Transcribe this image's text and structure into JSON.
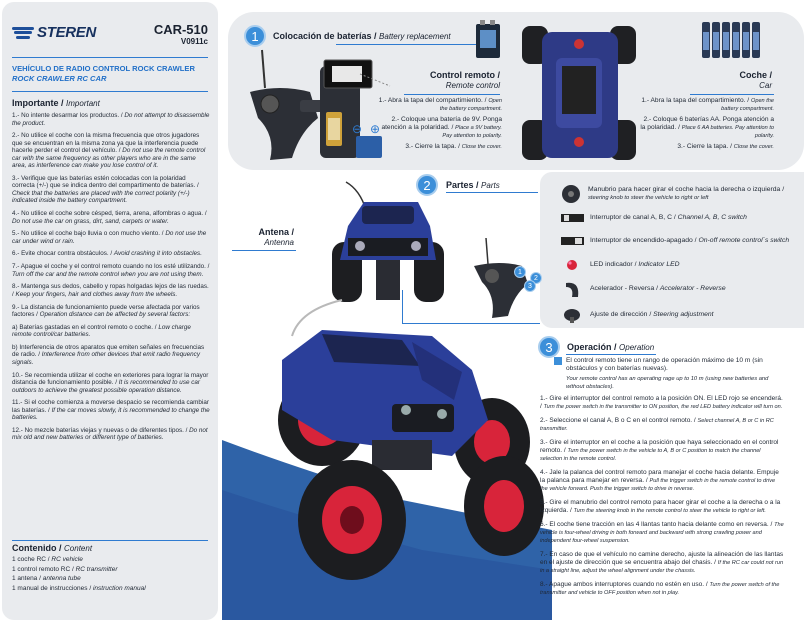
{
  "left": {
    "brand": "STEREN",
    "model": "CAR-510",
    "version": "V0911c",
    "title_es": "VEHÍCULO DE RADIO CONTROL ROCK CRAWLER",
    "title_en": "ROCK CRAWLER RC CAR",
    "important_es": "Importante /",
    "important_en": "Important",
    "rules": [
      {
        "es": "1.- No intente desarmar los productos. /",
        "en": "Do not attempt to disassemble the product."
      },
      {
        "es": "2.- No utilice el coche con la misma frecuencia que otros jugadores que se encuentran en la misma zona ya que la interferencia puede hacerle perder el control del vehículo. /",
        "en": "Do not use the remote control car with the same frequency as other players who are in the same area, as interference can make you lose control of it."
      },
      {
        "es": "3.- Verifique que las baterías estén colocadas con la polaridad correcta (+/-) que se indica dentro del compartimento de baterías. /",
        "en": "Check that the batteries are placed with the correct polarity (+/-) indicated inside the battery compartment."
      },
      {
        "es": "4.- No utilice el coche sobre césped, tierra, arena, alfombras o agua. /",
        "en": "Do not use the car on grass, dirt, sand, carpets or water."
      },
      {
        "es": "5.- No utilice el coche bajo lluvia o con mucho viento. /",
        "en": "Do not use the car under wind or rain."
      },
      {
        "es": "6.- Evite chocar contra obstáculos. /",
        "en": "Avoid crashing it into obstacles."
      },
      {
        "es": "7.- Apague el coche y el control remoto cuando no los esté utilizando. /",
        "en": "Turn off the car and the remote control when you are not using them."
      },
      {
        "es": "8.- Mantenga sus dedos, cabello y ropas holgadas lejos de las ruedas. /",
        "en": "Keep your fingers, hair and clothes away from the wheels."
      },
      {
        "es": "9.- La distancia de funcionamiento puede verse afectada por varios factores /",
        "en": "Operation distance can be affected by several factors:"
      },
      {
        "es": "a) Baterías gastadas en el control remoto o coche. /",
        "en": "Low charge remote control/car batteries."
      },
      {
        "es": "b) Interferencia de otros aparatos que emiten señales en frecuencias de radio. /",
        "en": "Interference from other devices that emit radio frequency signals."
      },
      {
        "es": "10.- Se recomienda utilizar el coche en exteriores para lograr la mayor distancia de funcionamiento posible. /",
        "en": "It is recommended to use car outdoors to achieve the greatest possible operation distance."
      },
      {
        "es": "11.- Si el coche comienza a moverse despacio se recomienda cambiar las baterías. /",
        "en": "If the car moves slowly, it is recommended to change the batteries."
      },
      {
        "es": "12.- No mezcle baterías viejas y nuevas o de diferentes tipos. /",
        "en": "Do not mix old and new batteries or different type of batteries."
      }
    ],
    "contents_es": "Contenido /",
    "contents_en": "Content",
    "contents": [
      {
        "es": "1 coche RC /",
        "en": "RC vehicle"
      },
      {
        "es": "1 control remoto RC /",
        "en": "RC transmitter"
      },
      {
        "es": "1 antena /",
        "en": "antenna tube"
      },
      {
        "es": "1 manual de instrucciones /",
        "en": "instruction manual"
      }
    ]
  },
  "battery": {
    "num": "1",
    "title_es": "Colocación de baterías /",
    "title_en": "Battery replacement",
    "remote_es": "Control remoto /",
    "remote_en": "Remote control",
    "remote_steps": [
      {
        "es": "1.- Abra la tapa del compartimiento. /",
        "en": "Open the battery compartment."
      },
      {
        "es": "2.- Coloque una batería de 9V. Ponga atención a la polaridad. /",
        "en": "Place a 9V battery. Pay attention to polarity."
      },
      {
        "es": "3.- Cierre la tapa. /",
        "en": "Close the cover."
      }
    ],
    "car_es": "Coche /",
    "car_en": "Car",
    "car_steps": [
      {
        "es": "1.- Abra la tapa del compartimiento. /",
        "en": "Open the battery compartment."
      },
      {
        "es": "2.- Coloque 6 baterías AA. Ponga atención a la polaridad. /",
        "en": "Place 6 AA batteries. Pay attention to polarity."
      },
      {
        "es": "3.- Cierre la tapa. /",
        "en": "Close the cover."
      }
    ],
    "minus": "⊖",
    "plus": "⊕"
  },
  "parts": {
    "num": "2",
    "title_es": "Partes /",
    "title_en": "Parts",
    "antenna_es": "Antena /",
    "antenna_en": "Antenna",
    "callouts": [
      "1",
      "2",
      "3"
    ],
    "items": [
      {
        "es": "Manubrio para hacer girar el coche hacia la derecha o izquierda /",
        "en": "steering knob to steer the vehicle to right or left",
        "icon": "steering-knob-icon"
      },
      {
        "es": "Interruptor de canal A, B, C /",
        "en": "Channel A, B, C switch",
        "icon": "channel-switch-icon"
      },
      {
        "es": "Interruptor de encendido-apagado /",
        "en": "On-off remote control´s switch",
        "icon": "power-switch-icon"
      },
      {
        "es": "LED indicador /",
        "en": "Indicator LED",
        "icon": "led-icon"
      },
      {
        "es": "Acelerador - Reversa /",
        "en": "Accelerator - Reverse",
        "icon": "trigger-icon"
      },
      {
        "es": "Ajuste de dirección /",
        "en": "Steering adjustment",
        "icon": "trim-icon"
      }
    ]
  },
  "operation": {
    "num": "3",
    "title_es": "Operación /",
    "title_en": "Operation",
    "intro_es": "El control remoto tiene un rango de operación máximo de 10 m (sin obstáculos y con baterías nuevas).",
    "intro_en": "Your remote control has an operating rage up to 10 m (using new batteries and without obstacles).",
    "steps": [
      {
        "es": "1.- Gire el interruptor del control remoto a la posición ON. El LED rojo se encenderá. /",
        "en": "Turn the power switch in the transmitter to ON position, the red LED battery indicator will turn on."
      },
      {
        "es": "2.- Seleccione el canal A, B o C en el control remoto. /",
        "en": "Select channel A, B or C in RC transmitter."
      },
      {
        "es": "3.- Gire el interruptor en el coche a la posición que haya seleccionado en el control remoto. /",
        "en": "Turn the power switch in the vehicle to A, B or C position to match the channel selection in the remote control."
      },
      {
        "es": "4.- Jale la palanca del control remoto para manejar el coche hacia delante. Empuje la palanca para manejar en reversa. /",
        "en": "Pull the trigger switch in the remote control to drive the vehicle forward. Push the trigger switch to drive in reverse."
      },
      {
        "es": "5.- Gire el manubrio del control remoto para hacer girar el coche a la derecha o a la izquierda. /",
        "en": "Turn the steering knob in the remote control to steer the vehicle to right or left."
      },
      {
        "es": "6.- El coche tiene tracción en las 4 llantas tanto hacia delante como en reversa. /",
        "en": "The vehicle is four-wheel driving in both forward and backward with strong crawling power and independent four-wheel suspension."
      },
      {
        "es": "7.- En caso de que el vehículo no camine derecho, ajuste la alineación de las llantas en el ajuste de dirección que se encuentra abajo del chasis. /",
        "en": "If the RC car could not run in a straight line, adjust the wheel alignment under the chassis."
      },
      {
        "es": "8.- Apague ambos interruptores cuando no estén en uso. /",
        "en": "Turn the power switch of the transmitter and vehicle to OFF position when not in play."
      }
    ]
  },
  "colors": {
    "accent": "#2f7bd0",
    "panel": "#e9ebee",
    "car_blue": "#2b3f9a",
    "wheel_red": "#d8243a"
  }
}
